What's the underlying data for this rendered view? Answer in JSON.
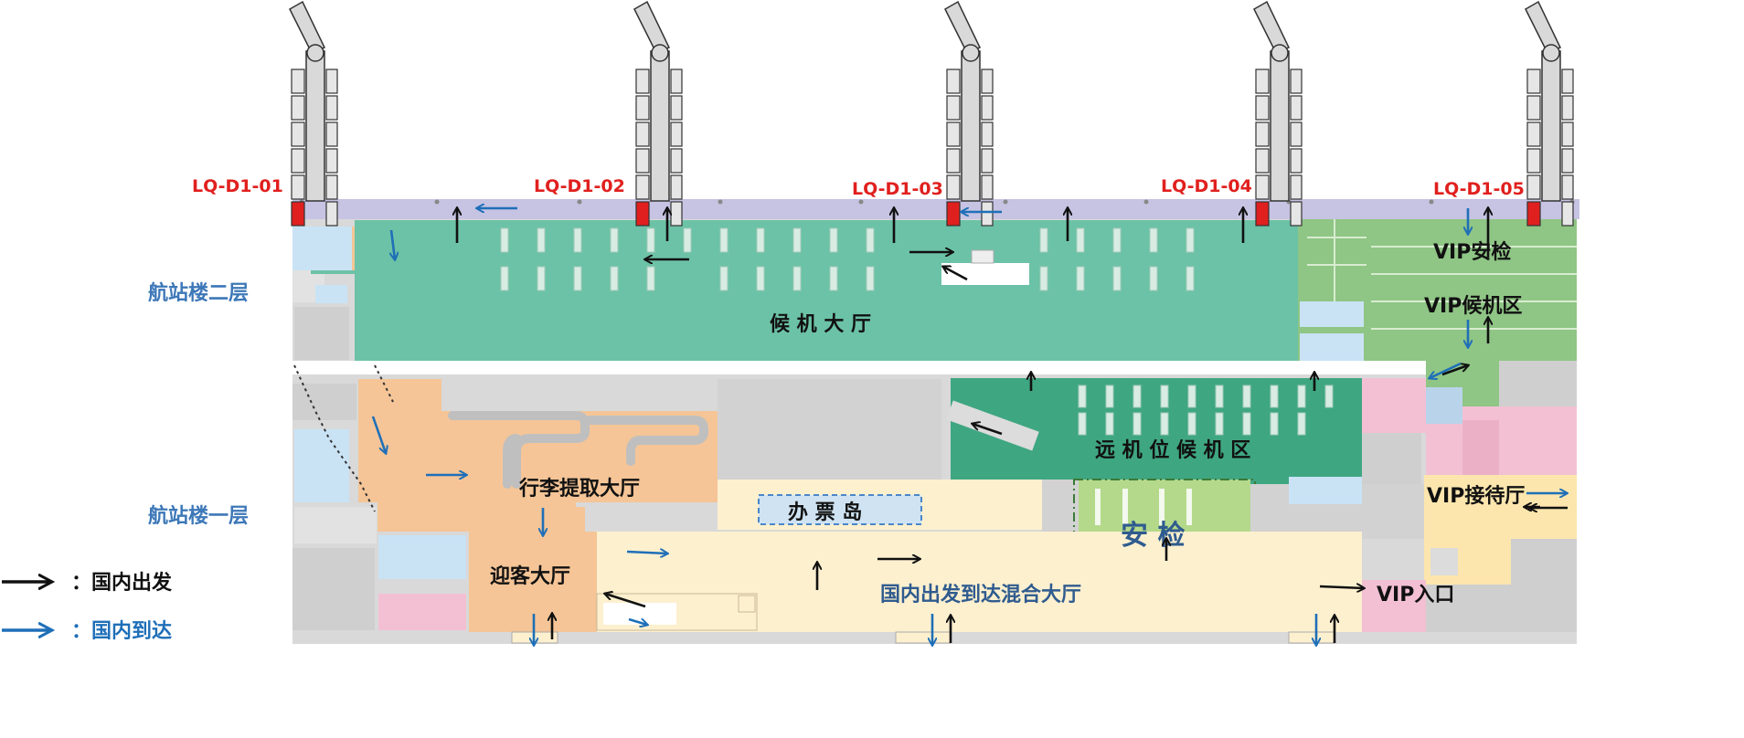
{
  "gates": [
    "LQ-D1-01",
    "LQ-D1-02",
    "LQ-D1-03",
    "LQ-D1-04",
    "LQ-D1-05"
  ],
  "floors": {
    "upper": "航站楼二层",
    "lower": "航站楼一层"
  },
  "zones": {
    "waiting_hall": "候 机 大 厅",
    "vip_security": "VIP安检",
    "vip_waiting": "VIP候机区",
    "remote_waiting": "远 机 位 候 机 区",
    "baggage_claim": "行李提取大厅",
    "ticket_island": "办  票  岛",
    "security": "安  检",
    "vip_reception": "VIP接待厅",
    "greeting_hall": "迎客大厅",
    "mixed_hall": "国内出发到达混合大厅",
    "vip_entrance": "VIP入口"
  },
  "legend": {
    "departure": "：国内出发",
    "arrival": "：国内到达"
  },
  "colors": {
    "departure_arrow": "#111111",
    "arrival_arrow": "#1f6fb8",
    "gate_label": "#e0201e",
    "floor_label": "#3d78b8",
    "waiting_green": "#6cc2a6",
    "vip_green": "#8fc585",
    "baggage_orange": "#f5c597",
    "mixed_hall_cream": "#fdf0cf",
    "apron_lavender": "#c6c3e3",
    "security_green": "#b4d98a",
    "pink": "#f3c0d3"
  }
}
